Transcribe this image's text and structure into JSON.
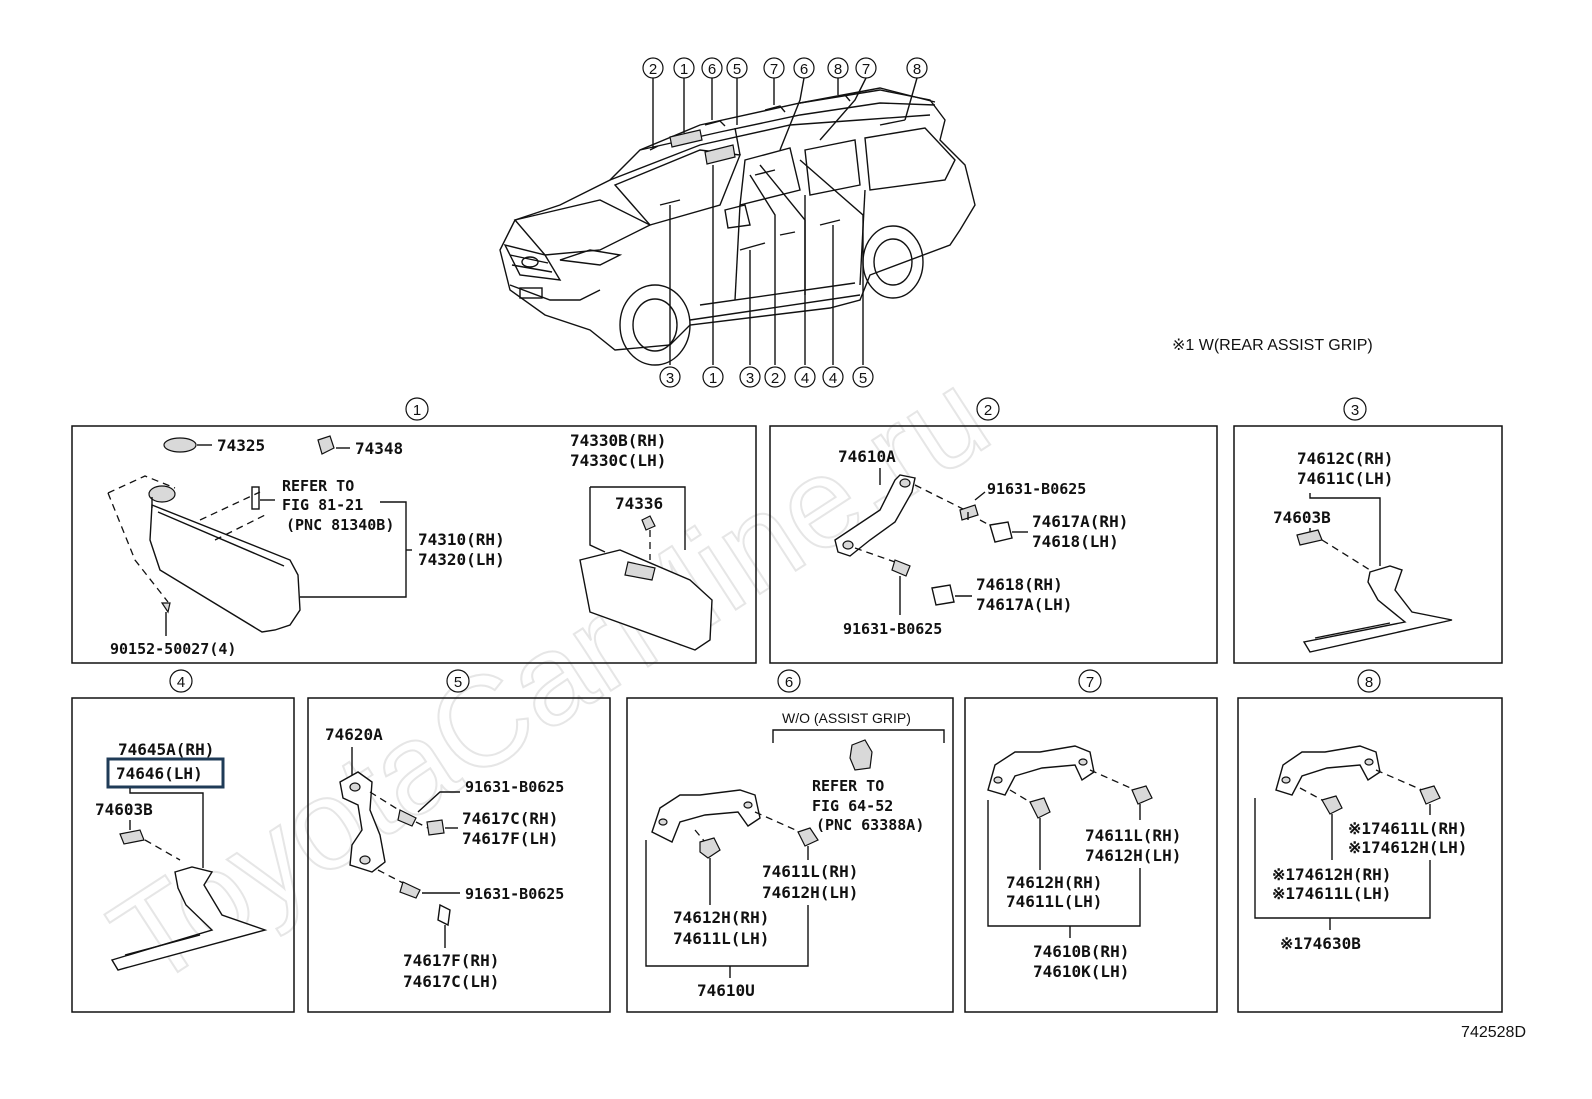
{
  "watermark": "ToyotaCarMine.ru",
  "diagram_code": "742528D",
  "footnote": "※1 W(REAR ASSIST GRIP)",
  "callouts": {
    "top": [
      "2",
      "1",
      "6",
      "5",
      "7",
      "6",
      "8",
      "7",
      "8"
    ],
    "bottom": [
      "3",
      "1",
      "3",
      "2",
      "4",
      "4",
      "5"
    ]
  },
  "panels": {
    "p1": {
      "number": "1",
      "parts": {
        "a": "74325",
        "b": "74348",
        "refer1": "REFER TO",
        "refer2": "FIG 81-21",
        "refer3": "(PNC 81340B)",
        "visor_rh": "74310(RH)",
        "visor_lh": "74320(LH)",
        "screw": "90152-50027(4)",
        "visor2_rh": "74330B(RH)",
        "visor2_lh": "74330C(LH)",
        "holder": "74336"
      }
    },
    "p2": {
      "number": "2",
      "parts": {
        "grip": "74610A",
        "screw_top": "91631-B0625",
        "cap1_rh": "74617A(RH)",
        "cap1_lh": "74618(LH)",
        "cap2_rh": "74618(RH)",
        "cap2_lh": "74617A(LH)",
        "screw_bottom": "91631-B0625"
      }
    },
    "p3": {
      "number": "3",
      "parts": {
        "garnish_rh": "74612C(RH)",
        "garnish_lh": "74611C(LH)",
        "clip": "74603B"
      }
    },
    "p4": {
      "number": "4",
      "parts": {
        "garnish_rh": "74645A(RH)",
        "garnish_lh": "74646(LH)",
        "clip": "74603B"
      }
    },
    "p5": {
      "number": "5",
      "parts": {
        "grip": "74620A",
        "screw_top": "91631-B0625",
        "cap1_rh": "74617C(RH)",
        "cap1_lh": "74617F(LH)",
        "screw_bottom": "91631-B0625",
        "cap2_rh": "74617F(RH)",
        "cap2_lh": "74617C(LH)"
      }
    },
    "p6": {
      "number": "6",
      "parts": {
        "wo": "W/O (ASSIST GRIP)",
        "refer1": "REFER TO",
        "refer2": "FIG 64-52",
        "refer3": "(PNC 63388A)",
        "clip_r_rh": "74611L(RH)",
        "clip_r_lh": "74612H(LH)",
        "clip_l_rh": "74612H(RH)",
        "clip_l_lh": "74611L(LH)",
        "grip": "74610U"
      }
    },
    "p7": {
      "number": "7",
      "parts": {
        "clip_r_rh": "74611L(RH)",
        "clip_r_lh": "74612H(LH)",
        "clip_l_rh": "74612H(RH)",
        "clip_l_lh": "74611L(LH)",
        "grip_rh": "74610B(RH)",
        "grip_lh": "74610K(LH)"
      }
    },
    "p8": {
      "number": "8",
      "parts": {
        "clip_r_rh": "※174611L(RH)",
        "clip_r_lh": "※174612H(LH)",
        "clip_l_rh": "※174612H(RH)",
        "clip_l_lh": "※174611L(LH)",
        "grip": "※174630B"
      }
    }
  },
  "highlight_color": "#1f3b57"
}
